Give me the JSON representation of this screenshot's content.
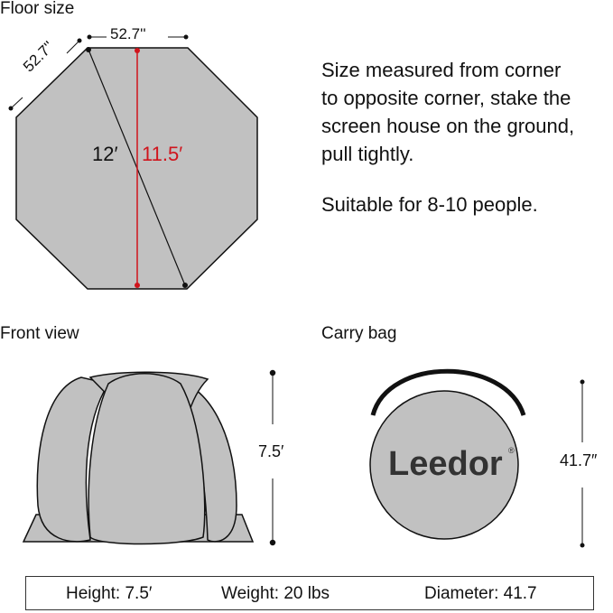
{
  "floor": {
    "title": "Floor size",
    "side_top": "52.7''",
    "side_diag": "52.7''",
    "corner_to_corner": "12′",
    "side_to_side": "11.5′"
  },
  "description": {
    "lines": [
      "Size measured from corner",
      "to opposite corner, stake the",
      "screen house on the ground,",
      "pull tightly."
    ],
    "capacity": "Suitable for 8-10 people."
  },
  "front": {
    "title": "Front view",
    "height": "7.5′"
  },
  "bag": {
    "title": "Carry bag",
    "brand": "Leedor",
    "registered": "®",
    "size": "41.7″"
  },
  "specs": {
    "height": "Height: 7.5′",
    "weight": "Weight: 20 lbs",
    "diameter": "Diameter: 41.7"
  },
  "colors": {
    "fill": "#c1c1c1",
    "accent": "#d0141c"
  }
}
